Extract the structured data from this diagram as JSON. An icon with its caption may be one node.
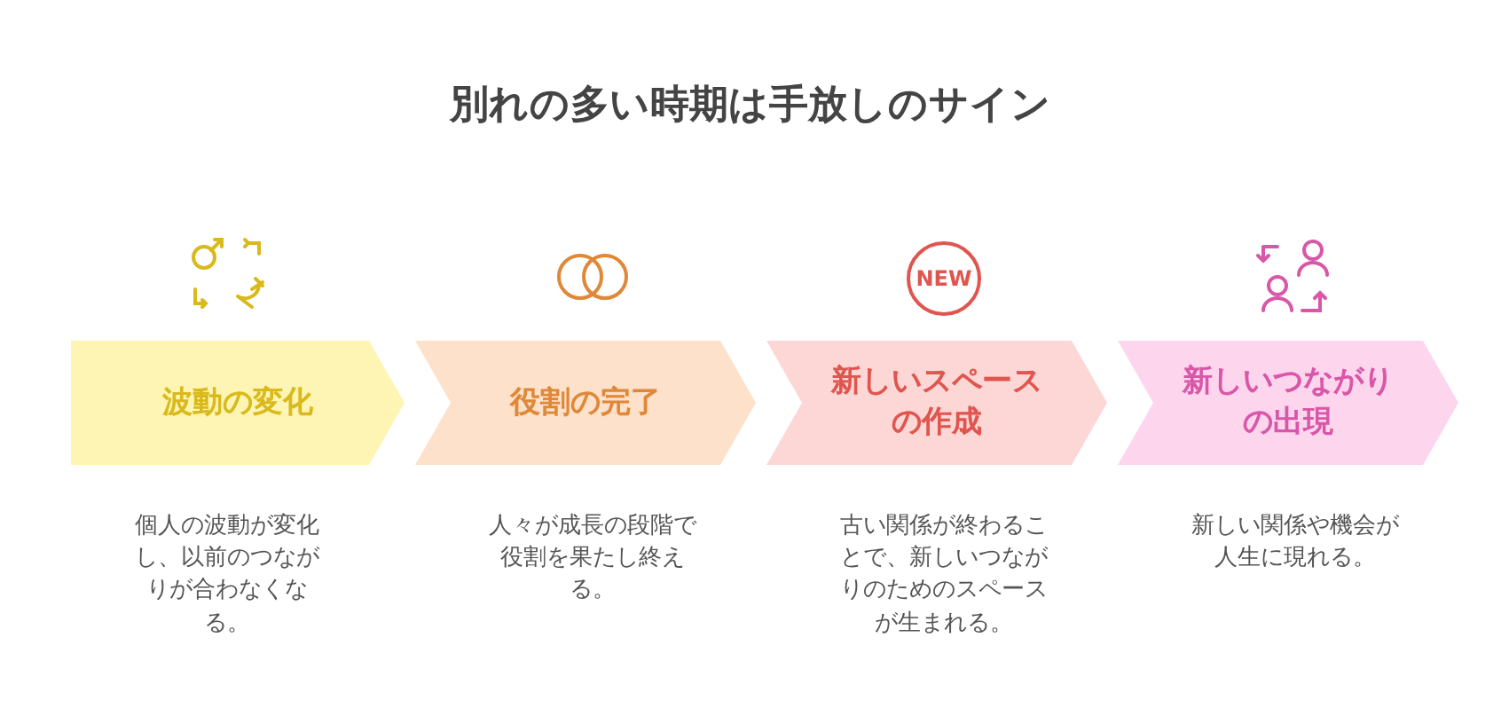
{
  "diagram": {
    "title": "別れの多い時期は手放しのサイン",
    "nodes": [
      {
        "text": [
          "波動の変化"
        ],
        "beside": [
          "個人の波動が変化し、以前のつながりが合わなくなる。"
        ]
      },
      {
        "text": [
          "役割の完了"
        ],
        "beside": [
          "人々が成長の段階で役割を果たし終える。"
        ]
      },
      {
        "text": [
          "新しいスペースの作成"
        ],
        "beside": [
          "古い関係が終わることで、新しいつながりのためのスペースが生まれる。"
        ]
      },
      {
        "text": [
          "新しいつながりの出現"
        ],
        "beside": [
          "新しい関係や機会が人生に現れる。"
        ]
      }
    ],
    "labels": [
      "NEW"
    ]
  }
}
